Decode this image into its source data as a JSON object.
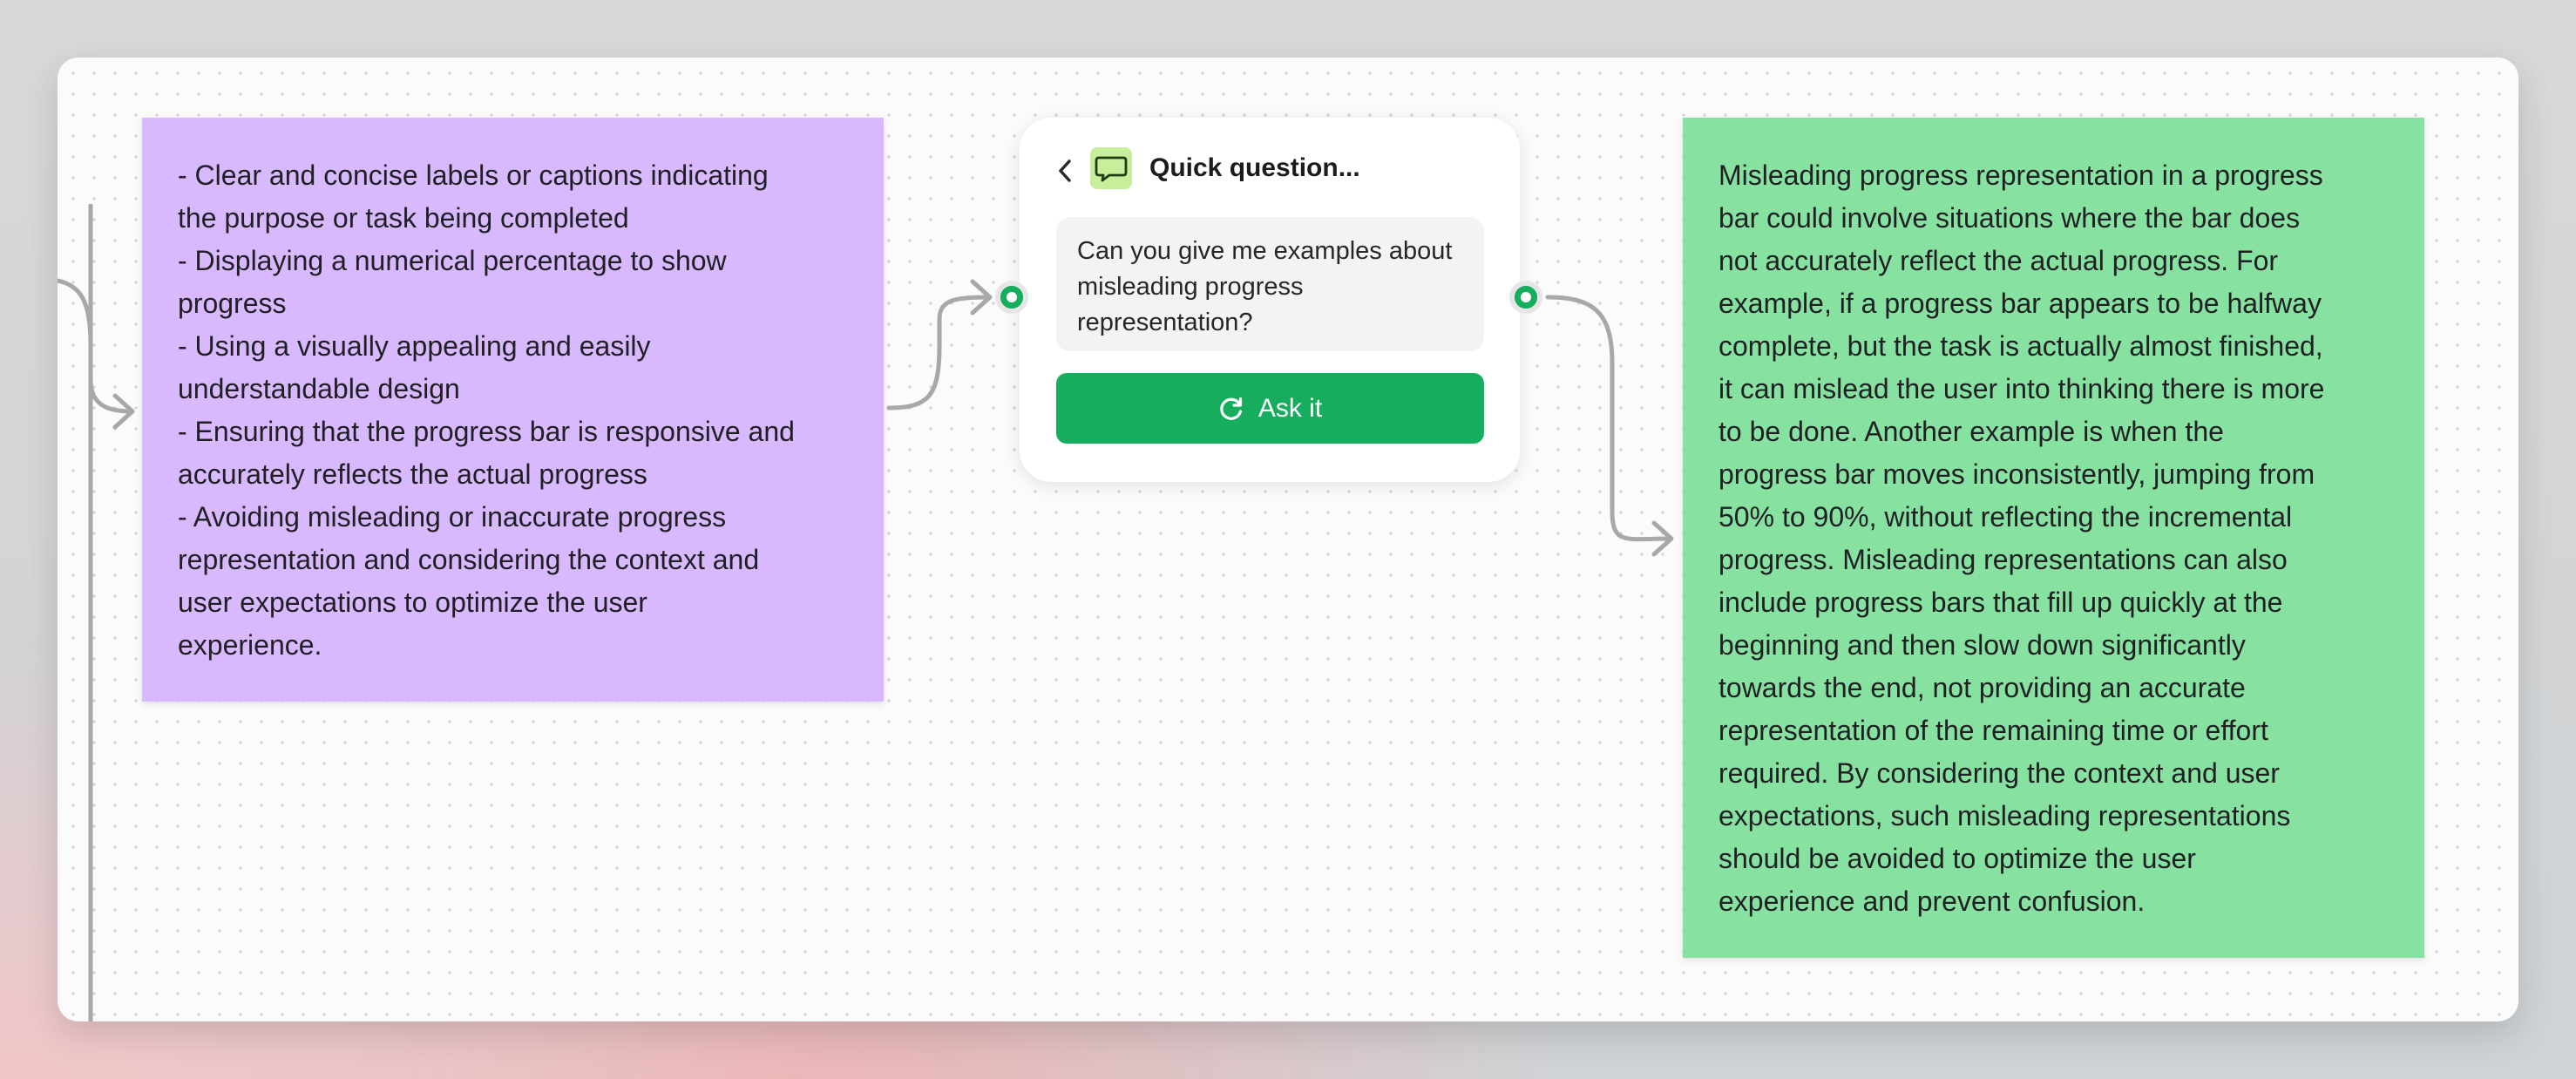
{
  "purple_note": {
    "lines": [
      "- Clear and concise labels or captions indicating",
      "the purpose or task being completed",
      "- Displaying a numerical percentage to show",
      "progress",
      "- Using a visually appealing and easily",
      "understandable design",
      "- Ensuring that the progress bar is responsive and",
      "accurately reflects the actual progress",
      "- Avoiding misleading or inaccurate progress",
      "representation and considering the context and",
      "user expectations to optimize the user",
      "experience."
    ]
  },
  "quick_question": {
    "title": "Quick question...",
    "question": "Can you give me examples about misleading progress representation?",
    "button_label": "Ask it",
    "icon": "speech-bubble-icon",
    "icon_bg": "#c7ee9a",
    "button_color": "#16ae5e"
  },
  "green_note": {
    "lines": [
      "Misleading progress representation in a progress",
      "bar could involve situations where the bar does",
      "not accurately reflect the actual progress. For",
      "example, if a progress bar appears to be halfway",
      "complete, but the task is actually almost finished,",
      "it can mislead the user into thinking there is more",
      "to be done. Another example is when the",
      "progress bar moves inconsistently, jumping from",
      "50% to 90%, without reflecting the incremental",
      "progress. Misleading representations can also",
      "include progress bars that fill up quickly at the",
      "beginning and then slow down significantly",
      "towards the end, not providing an accurate",
      "representation of the remaining time or effort",
      "required. By considering the context and user",
      "expectations, such misleading representations",
      "should be avoided to optimize the user",
      "experience and prevent confusion."
    ]
  },
  "colors": {
    "purple_note": "#d8b9fe",
    "green_note": "#87e1a1",
    "connector": "#a8a8a8",
    "port": "#16ae5e"
  }
}
